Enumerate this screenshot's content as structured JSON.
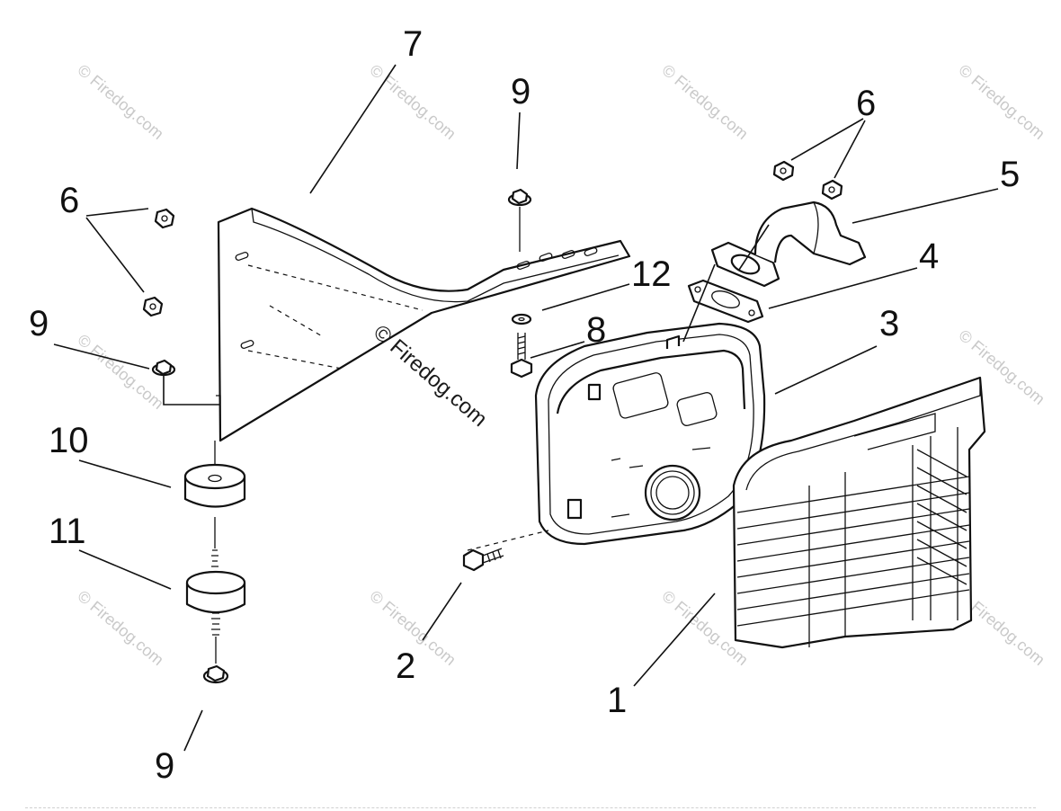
{
  "watermark": {
    "text": "© Firedog.com"
  },
  "callouts": {
    "c1": "1",
    "c2": "2",
    "c3": "3",
    "c4": "4",
    "c5": "5",
    "c6a": "6",
    "c6b": "6",
    "c7": "7",
    "c8": "8",
    "c9a": "9",
    "c9b": "9",
    "c9c": "9",
    "c10": "10",
    "c11": "11",
    "c12": "12"
  },
  "colors": {
    "ink": "#111111",
    "watermark": "#c9c9c9",
    "background": "#ffffff"
  }
}
